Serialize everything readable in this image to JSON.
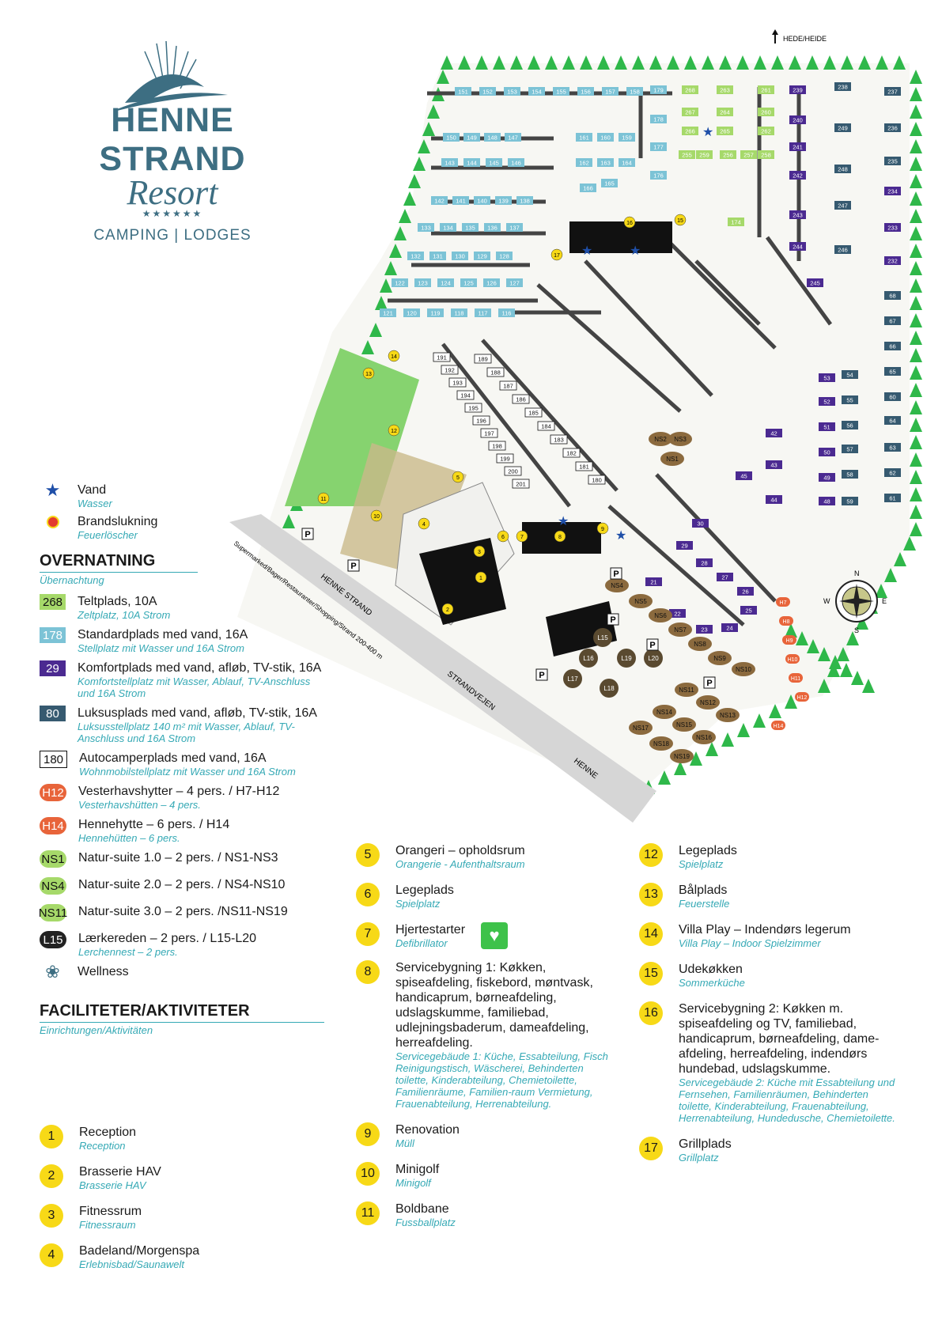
{
  "logo": {
    "brand": "HENNE STRAND",
    "script": "Resort",
    "stars": "★★★★★★",
    "sub": "CAMPING | LODGES"
  },
  "map": {
    "north_label": "HEDE/HEIDE",
    "road1": "HENNE STRAND",
    "road_long": "Supermarked/Bager/Restauranter/Shopping/Strand 200-400 m",
    "road2": "STRANDVEJEN",
    "road3": "HENNE",
    "compass": {
      "n": "N",
      "s": "S",
      "e": "E",
      "w": "W"
    },
    "pitches_teal": [
      "151",
      "152",
      "153",
      "154",
      "155",
      "156",
      "157",
      "158",
      "179",
      "178",
      "177",
      "176",
      "150",
      "149",
      "148",
      "147",
      "161",
      "160",
      "159",
      "143",
      "144",
      "145",
      "146",
      "162",
      "163",
      "164",
      "166",
      "165",
      "142",
      "141",
      "140",
      "139",
      "138",
      "133",
      "134",
      "135",
      "136",
      "137",
      "132",
      "131",
      "130",
      "129",
      "128",
      "122",
      "123",
      "124",
      "125",
      "126",
      "127",
      "121",
      "120",
      "119",
      "118",
      "117",
      "116"
    ],
    "pitches_green": [
      "268",
      "263",
      "261",
      "267",
      "264",
      "260",
      "266",
      "265",
      "262",
      "259",
      "255",
      "256",
      "257",
      "258",
      "174"
    ],
    "pitches_purple": [
      "239",
      "240",
      "241",
      "242",
      "243",
      "244",
      "245",
      "234",
      "233",
      "232",
      "53",
      "52",
      "51",
      "50",
      "49",
      "48",
      "42",
      "43",
      "44",
      "45",
      "30",
      "29",
      "28",
      "27",
      "26",
      "25",
      "24",
      "23",
      "22",
      "21"
    ],
    "pitches_dark": [
      "238",
      "237",
      "249",
      "236",
      "248",
      "235",
      "247",
      "246",
      "68",
      "67",
      "66",
      "65",
      "64",
      "63",
      "62",
      "61",
      "60",
      "54",
      "55",
      "56",
      "57",
      "58",
      "59"
    ],
    "pitches_white": [
      "191",
      "192",
      "193",
      "194",
      "195",
      "196",
      "197",
      "198",
      "199",
      "200",
      "201",
      "189",
      "188",
      "187",
      "186",
      "185",
      "184",
      "183",
      "182",
      "181",
      "180"
    ],
    "nature_suites": [
      "NS1",
      "NS2",
      "NS3",
      "NS4",
      "NS5",
      "NS6",
      "NS7",
      "NS8",
      "NS9",
      "NS10",
      "NS11",
      "NS12",
      "NS13",
      "NS14",
      "NS15",
      "NS16",
      "NS17",
      "NS18",
      "NS19"
    ],
    "lodges": [
      "L15",
      "L16",
      "L17",
      "L18",
      "L19",
      "L20"
    ],
    "huts": [
      "H7",
      "H8",
      "H9",
      "H10",
      "H11",
      "H12",
      "H14"
    ],
    "parking": "P"
  },
  "legend": {
    "water": {
      "label": "Vand",
      "de": "Wasser"
    },
    "fire": {
      "label": "Brandslukning",
      "de": "Feuerlöscher"
    },
    "overnatning_title": "OVERNATNING",
    "overnatning_de": "Übernachtung",
    "items": [
      {
        "badge": "268",
        "color": "#a6d96a",
        "label": "Teltplads, 10A",
        "de": "Zeltplatz, 10A Strom"
      },
      {
        "badge": "178",
        "color": "#7cc3d6",
        "label": "Standardplads med vand, 16A",
        "de": "Stellplatz mit Wasser und 16A Strom"
      },
      {
        "badge": "29",
        "color": "#4b2a91",
        "label": "Komfortplads med vand, afløb, TV-stik, 16A",
        "de": "Komfortstellplatz mit Wasser, Ablauf, TV-Anschluss und 16A Strom"
      },
      {
        "badge": "80",
        "color": "#365a70",
        "label": "Luksusplads med vand, afløb, TV-stik, 16A",
        "de": "Luksusstellplatz 140 m² mit Wasser, Ablauf, TV-Anschluss und 16A Strom"
      },
      {
        "badge": "180",
        "color": "#ffffff",
        "label": "Autocamperplads med vand, 16A",
        "de": "Wohnmobilstellplatz mit Wasser und 16A Strom"
      },
      {
        "badge": "H12",
        "color": "#e8643a",
        "label": "Vesterhavshytter – 4 pers. / H7-H12",
        "de": "Vesterhavshütten – 4 pers."
      },
      {
        "badge": "H14",
        "color": "#e8643a",
        "label": "Hennehytte – 6 pers. / H14",
        "de": "Hennehütten – 6 pers."
      },
      {
        "badge": "NS1",
        "color": "#a6d96a",
        "label": "Natur-suite 1.0 – 2 pers. / NS1-NS3",
        "de": ""
      },
      {
        "badge": "NS4",
        "color": "#a6d96a",
        "label": "Natur-suite 2.0 – 2 pers. / NS4-NS10",
        "de": ""
      },
      {
        "badge": "NS11",
        "color": "#a6d96a",
        "label": "Natur-suite 3.0 – 2 pers. /NS11-NS19",
        "de": ""
      },
      {
        "badge": "L15",
        "color": "#222222",
        "label": "Lærkereden – 2 pers. / L15-L20",
        "de": "Lerchennest – 2 pers."
      }
    ],
    "wellness": "Wellness",
    "fac_title": "FACILITETER/AKTIVITETER",
    "fac_de": "Einrichtungen/Aktivitäten"
  },
  "facilities": [
    {
      "n": "1",
      "label": "Reception",
      "de": "Reception"
    },
    {
      "n": "2",
      "label": "Brasserie HAV",
      "de": "Brasserie HAV"
    },
    {
      "n": "3",
      "label": "Fitnessrum",
      "de": "Fitnessraum"
    },
    {
      "n": "4",
      "label": "Badeland/Morgenspa",
      "de": "Erlebnisbad/Saunawelt"
    },
    {
      "n": "5",
      "label": "Orangeri – opholdsrum",
      "de": "Orangerie - Aufenthaltsraum"
    },
    {
      "n": "6",
      "label": "Legeplads",
      "de": "Spielplatz"
    },
    {
      "n": "7",
      "label": "Hjertestarter",
      "de": "Defibrillator"
    },
    {
      "n": "8",
      "label": "Servicebygning 1: Køkken, spiseafdeling, fiskebord, møntvask, handicaprum, børneafdeling, udslagskumme, familiebad, udlejningsbaderum, dameafdeling, herreafdeling.",
      "de": "Servicegebäude 1: Küche, Essabteilung, Fisch Reinigungstisch, Wäscherei, Behinderten toilette, Kinderabteilung, Chemietoilette, Familienräume, Familien-raum Vermietung, Frauenabteilung, Herrenabteilung."
    },
    {
      "n": "9",
      "label": "Renovation",
      "de": "Müll"
    },
    {
      "n": "10",
      "label": "Minigolf",
      "de": "Minigolf"
    },
    {
      "n": "11",
      "label": "Boldbane",
      "de": "Fussballplatz"
    },
    {
      "n": "12",
      "label": "Legeplads",
      "de": "Spielplatz"
    },
    {
      "n": "13",
      "label": "Bålplads",
      "de": "Feuerstelle"
    },
    {
      "n": "14",
      "label": "Villa Play – Indendørs legerum",
      "de": "Villa Play – Indoor Spielzimmer"
    },
    {
      "n": "15",
      "label": "Udekøkken",
      "de": "Sommerküche"
    },
    {
      "n": "16",
      "label": "Servicebygning 2: Køkken m. spiseafdeling og TV, familiebad, handicaprum, børneafdeling, dame-afdeling, herreafdeling, indendørs hundebad, udslagskumme.",
      "de": "Servicegebäude 2: Küche mit Essabteilung und Fernsehen, Familienräumen, Behinderten toilette, Kinderabteilung, Frauenabteilung, Herrenabteilung, Hundedusche, Chemietoilette."
    },
    {
      "n": "17",
      "label": "Grillplads",
      "de": "Grillplatz"
    }
  ]
}
